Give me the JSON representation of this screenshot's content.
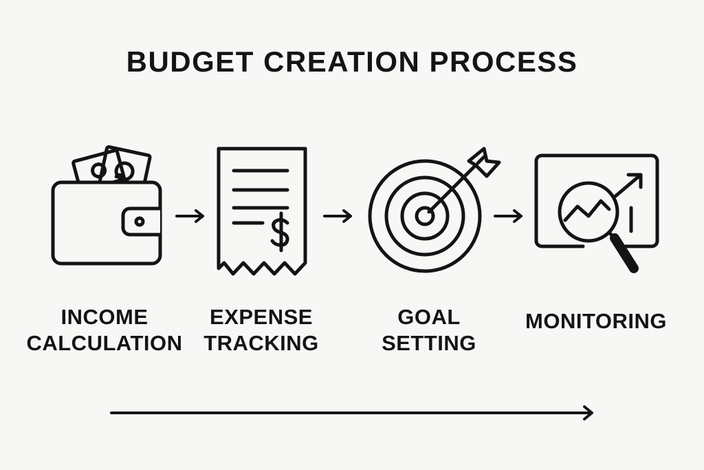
{
  "diagram": {
    "title": "BUDGET CREATION PROCESS",
    "steps": [
      {
        "icon": "wallet-icon",
        "label_lines": [
          "INCOME",
          "CALCULATION"
        ]
      },
      {
        "icon": "receipt-icon",
        "label_lines": [
          "EXPENSE",
          "TRACKING"
        ]
      },
      {
        "icon": "target-icon",
        "label_lines": [
          "GOAL",
          "SETTING"
        ]
      },
      {
        "icon": "monitoring-chart-icon",
        "label_lines": [
          "MONITORING"
        ]
      }
    ],
    "colors": {
      "background": "#f7f7f5",
      "ink": "#141414"
    }
  }
}
